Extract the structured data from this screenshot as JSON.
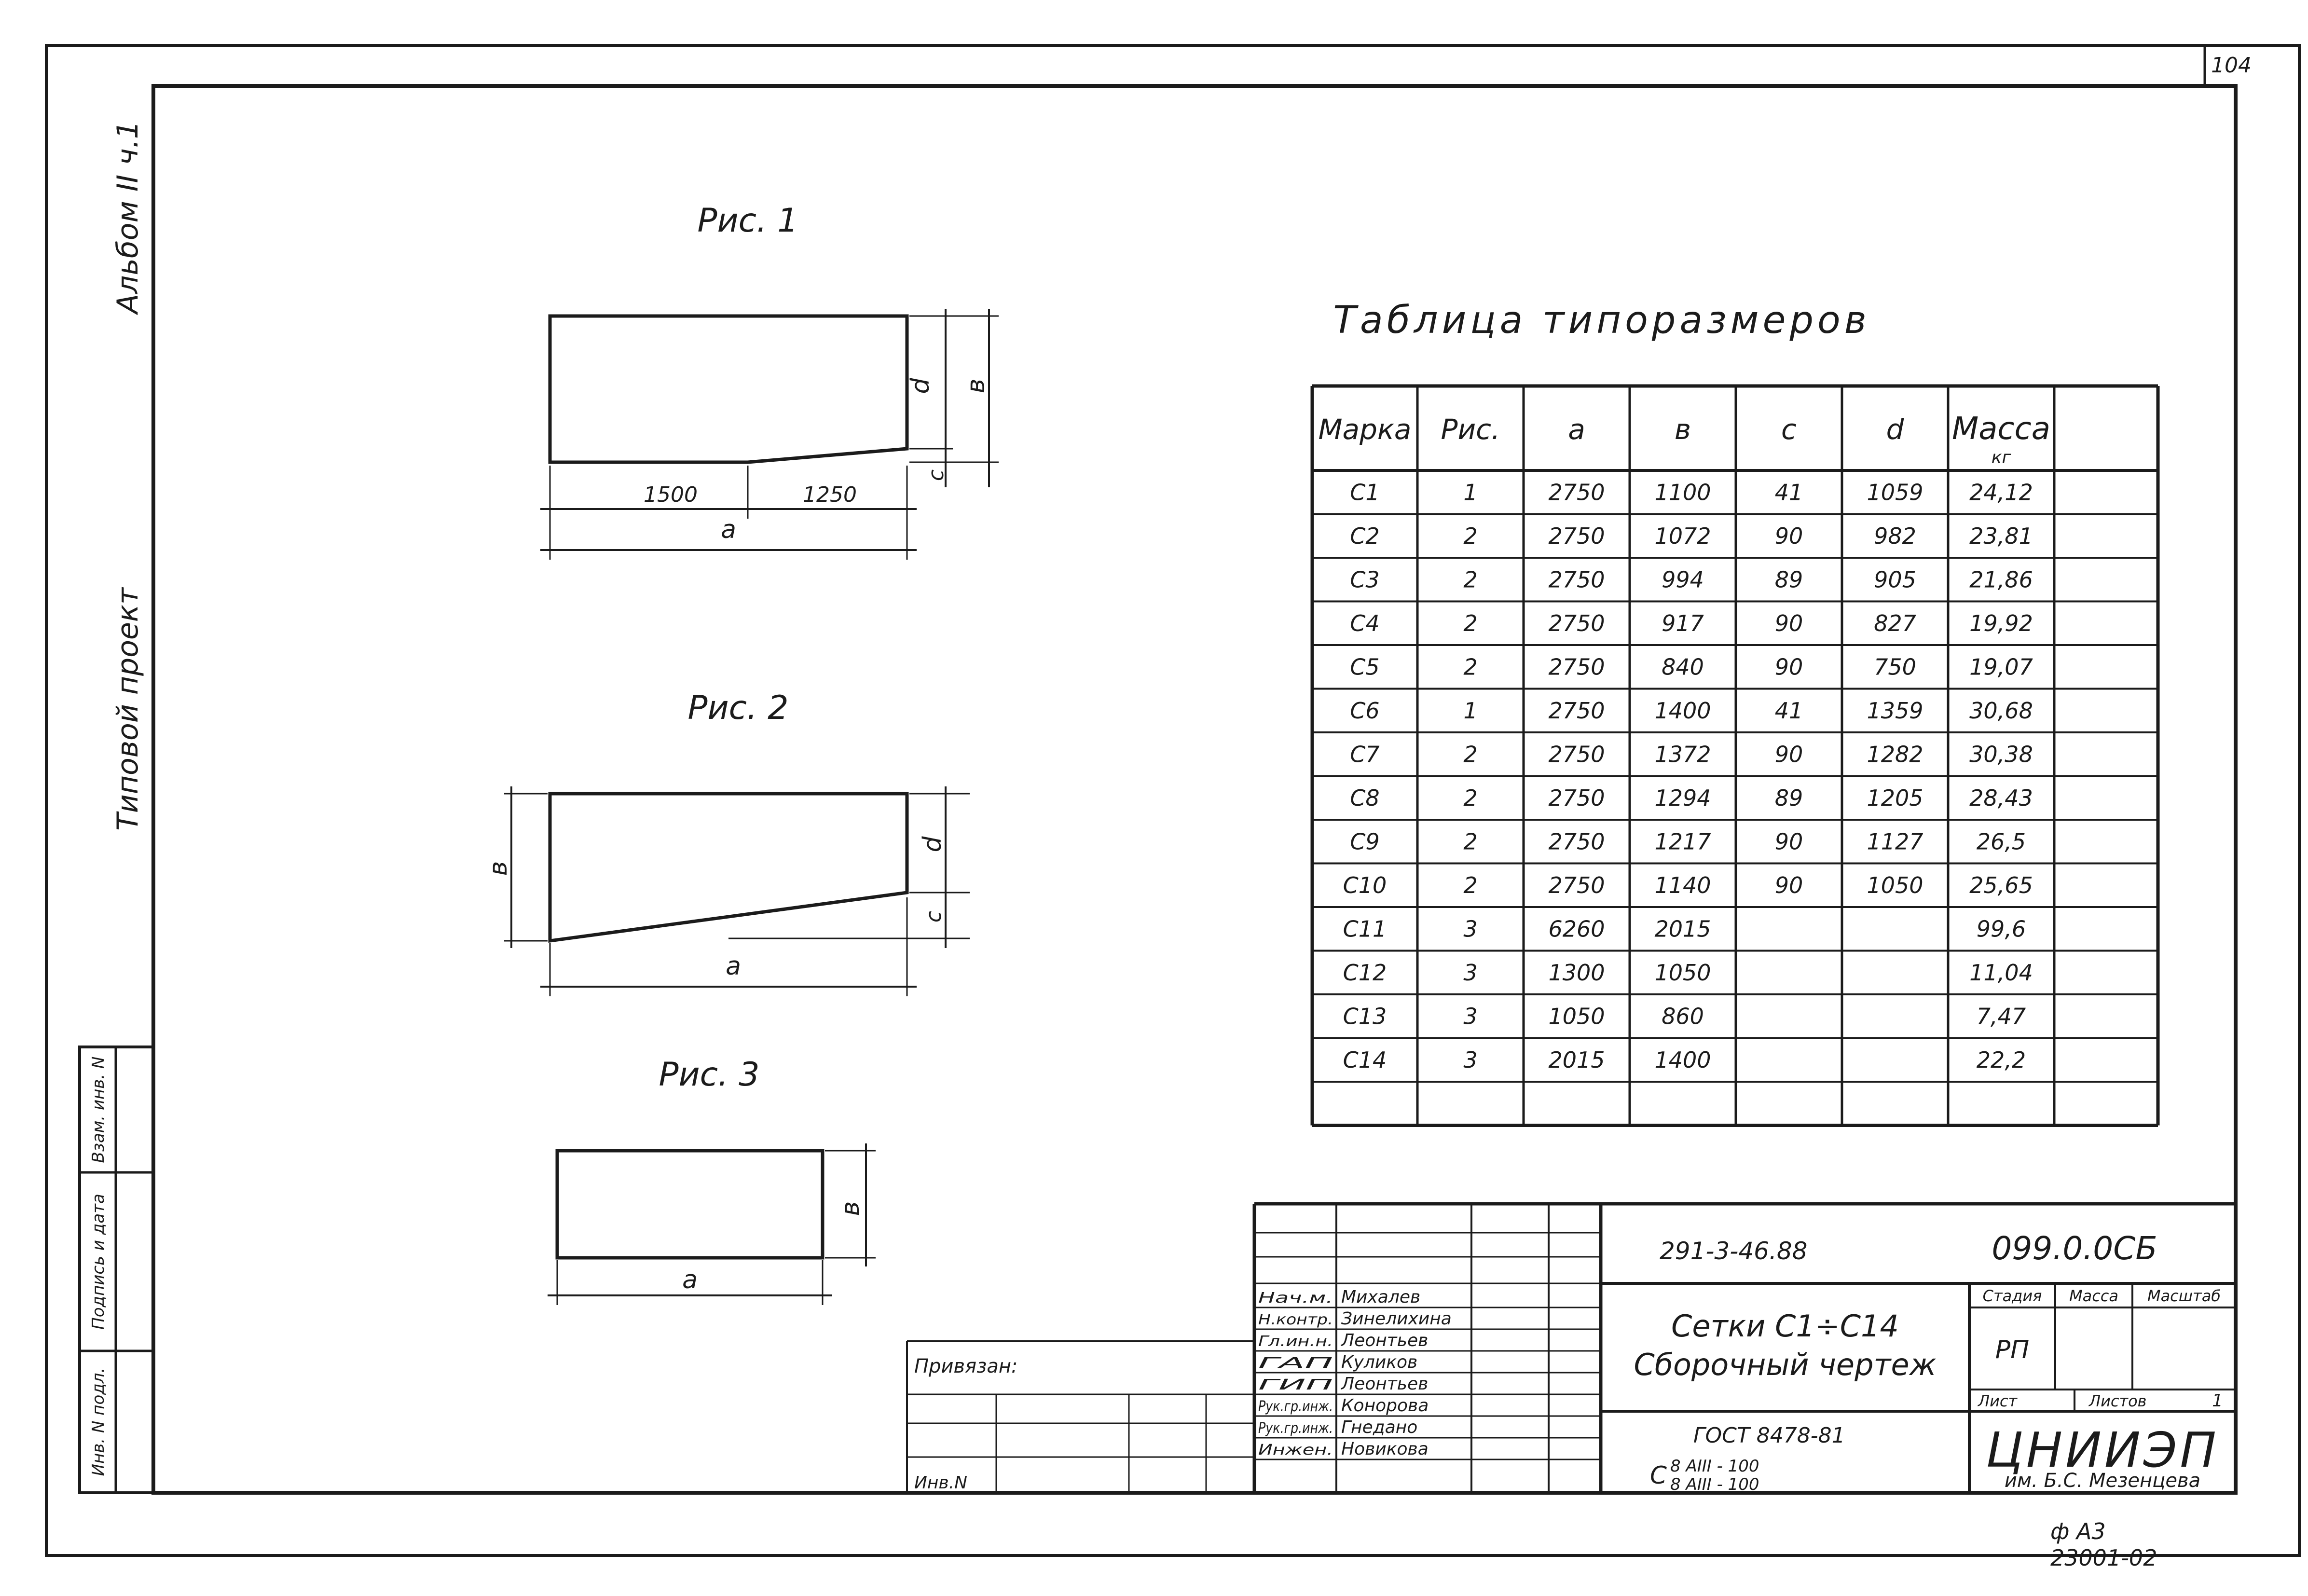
{
  "sheet_number": "104",
  "side_labels": {
    "album": "Альбом II ч.1",
    "project": "Типовой проект"
  },
  "figures": [
    {
      "caption": "Рис. 1",
      "dims": [
        "1500",
        "1250",
        "а",
        "в",
        "d",
        "с"
      ]
    },
    {
      "caption": "Рис. 2",
      "dims": [
        "в",
        "d",
        "с",
        "а"
      ]
    },
    {
      "caption": "Рис. 3",
      "dims": [
        "в",
        "а"
      ]
    }
  ],
  "table": {
    "title": "Таблица типоразмеров",
    "headers": [
      "Марка",
      "Рис.",
      "а",
      "в",
      "с",
      "d",
      "Масса",
      ""
    ],
    "mass_unit": "кг",
    "rows": [
      [
        "С1",
        "1",
        "2750",
        "1100",
        "41",
        "1059",
        "24,12"
      ],
      [
        "С2",
        "2",
        "2750",
        "1072",
        "90",
        "982",
        "23,81"
      ],
      [
        "С3",
        "2",
        "2750",
        "994",
        "89",
        "905",
        "21,86"
      ],
      [
        "С4",
        "2",
        "2750",
        "917",
        "90",
        "827",
        "19,92"
      ],
      [
        "С5",
        "2",
        "2750",
        "840",
        "90",
        "750",
        "19,07"
      ],
      [
        "С6",
        "1",
        "2750",
        "1400",
        "41",
        "1359",
        "30,68"
      ],
      [
        "С7",
        "2",
        "2750",
        "1372",
        "90",
        "1282",
        "30,38"
      ],
      [
        "С8",
        "2",
        "2750",
        "1294",
        "89",
        "1205",
        "28,43"
      ],
      [
        "С9",
        "2",
        "2750",
        "1217",
        "90",
        "1127",
        "26,5"
      ],
      [
        "С10",
        "2",
        "2750",
        "1140",
        "90",
        "1050",
        "25,65"
      ],
      [
        "С11",
        "3",
        "6260",
        "2015",
        "",
        "",
        "99,6"
      ],
      [
        "С12",
        "3",
        "1300",
        "1050",
        "",
        "",
        "11,04"
      ],
      [
        "С13",
        "3",
        "1050",
        "860",
        "",
        "",
        "7,47"
      ],
      [
        "С14",
        "3",
        "2015",
        "1400",
        "",
        "",
        "22,2"
      ],
      [
        "",
        "",
        "",
        "",
        "",
        "",
        ""
      ]
    ]
  },
  "left_stamp": [
    "Взам. инв. N",
    "Подпись и дата",
    "Инв. N подл."
  ],
  "privyazan": "Привязан:",
  "inv_n": "Инв.N",
  "title_block": {
    "project_code": "291-3-46.88",
    "doc_code": "099.0.0СБ",
    "title_line1": "Сетки С1÷С14",
    "title_line2": "Сборочный чертеж",
    "gost": "ГОСТ 8478-81",
    "spec_c": "С",
    "spec_line1": "8 АIII - 100",
    "spec_line2": "8 АIII - 100",
    "stage_headers": [
      "Стадия",
      "Масса",
      "Масштаб"
    ],
    "stage": "РП",
    "sheet_label": "Лист",
    "sheets_label": "Листов",
    "sheets_count": "1",
    "org": "ЦНИИЭП",
    "org_sub": "им. Б.С. Мезенцева",
    "staff": [
      {
        "role": "Нач.м.",
        "name": "Михалев"
      },
      {
        "role": "Н.контр.",
        "name": "Зинелихина"
      },
      {
        "role": "Гл.ин.н.",
        "name": "Леонтьев"
      },
      {
        "role": "ГАП",
        "name": "Куликов"
      },
      {
        "role": "ГИП",
        "name": "Леонтьев"
      },
      {
        "role": "Рук.гр.инж.",
        "name": "Конорова"
      },
      {
        "role": "Рук.гр.инж.",
        "name": "Гнедано"
      },
      {
        "role": "Инжен.",
        "name": "Новикова"
      }
    ]
  },
  "format_note": "ф А3",
  "format_code": "23001-02"
}
